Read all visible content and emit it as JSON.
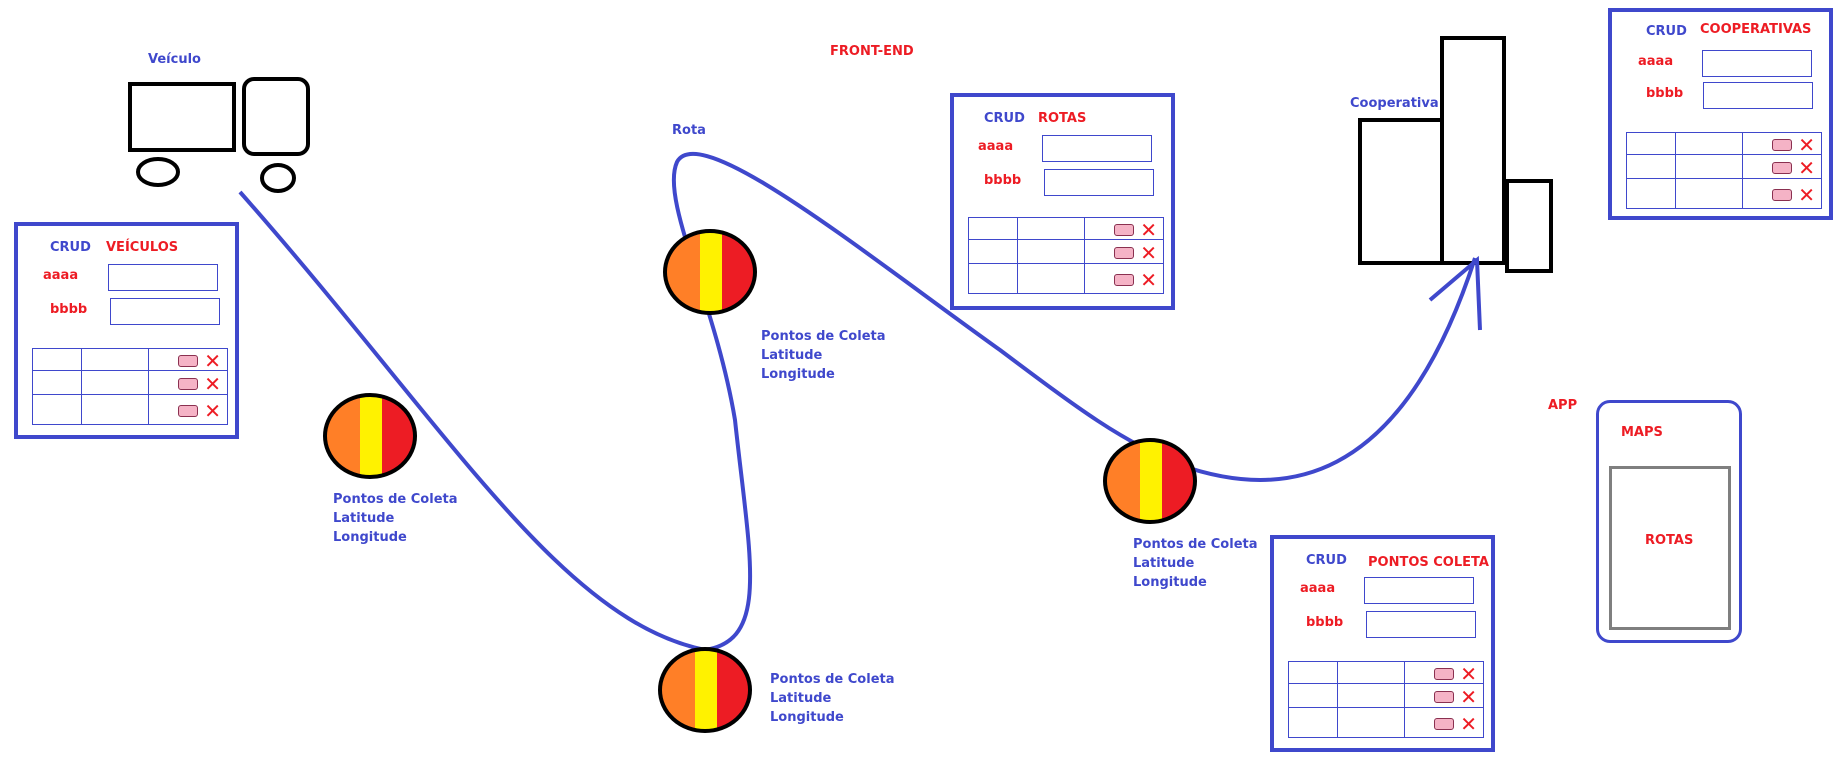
{
  "header": {
    "front_end": "FRONT-END",
    "app": "APP"
  },
  "vehicle": {
    "label": "Veículo"
  },
  "route": {
    "label": "Rota"
  },
  "cooperative": {
    "label": "Cooperativa"
  },
  "collection_point": {
    "line1": "Pontos de Coleta",
    "line2": "Latitude",
    "line3": "Longitude"
  },
  "crud_veiculos": {
    "crud": "CRUD",
    "title": "VEÍCULOS",
    "field1": "aaaa",
    "field2": "bbbb"
  },
  "crud_rotas": {
    "crud": "CRUD",
    "title": "ROTAS",
    "field1": "aaaa",
    "field2": "bbbb"
  },
  "crud_cooperativas": {
    "crud": "CRUD",
    "title": "COOPERATIVAS",
    "field1": "aaaa",
    "field2": "bbbb"
  },
  "crud_pontos": {
    "crud": "CRUD",
    "title": "PONTOS COLETA",
    "field1": "aaaa",
    "field2": "bbbb"
  },
  "app_screen": {
    "maps": "MAPS",
    "rotas": "ROTAS"
  },
  "colors": {
    "blue": "#3f48cc",
    "red": "#ed1c24",
    "orange": "#ff7f27",
    "yellow": "#fff200",
    "edit_pink": "#f5b3c6"
  },
  "icons": {
    "edit": "edit-icon",
    "delete": "x-icon"
  }
}
